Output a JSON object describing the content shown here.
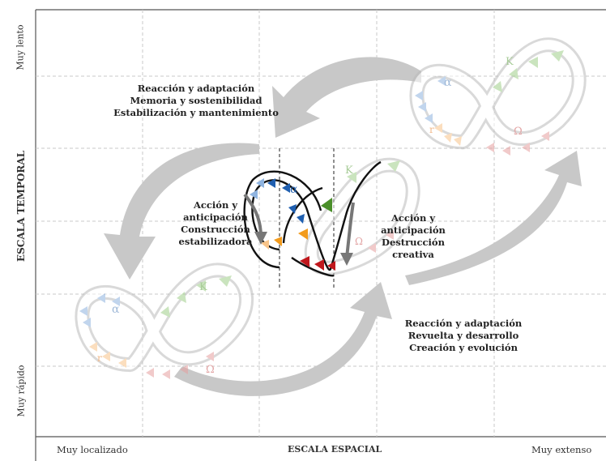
{
  "axes": {
    "y_title": "ESCALA TEMPORAL",
    "y_top": "Muy lento",
    "y_bottom": "Muy rápido",
    "x_title": "ESCALA ESPACIAL",
    "x_left": "Muy localizado",
    "x_right": "Muy extenso"
  },
  "labels": {
    "top_left": [
      "Reacción y adaptación",
      "Memoria y sostenibilidad",
      "Estabilización y mantenimiento"
    ],
    "center_left": [
      "Acción y",
      "anticipación",
      "Construcción",
      "estabilizadora"
    ],
    "center_right": [
      "Acción y",
      "anticipación",
      "Destrucción",
      "creativa"
    ],
    "bottom_right": [
      "Reacción y adaptación",
      "Revuelta y desarrollo",
      "Creación y evolución"
    ]
  },
  "cycle_symbols": {
    "alpha": "α",
    "k": "K",
    "r": "r",
    "omega": "Ω"
  },
  "colors": {
    "alpha_blue": "#1f5fb0",
    "k_green": "#4a8f2a",
    "r_orange": "#f29b1d",
    "omega_red": "#c0171c",
    "arrow_gray": "#c8c8c8",
    "grid": "#c9c9c9"
  }
}
